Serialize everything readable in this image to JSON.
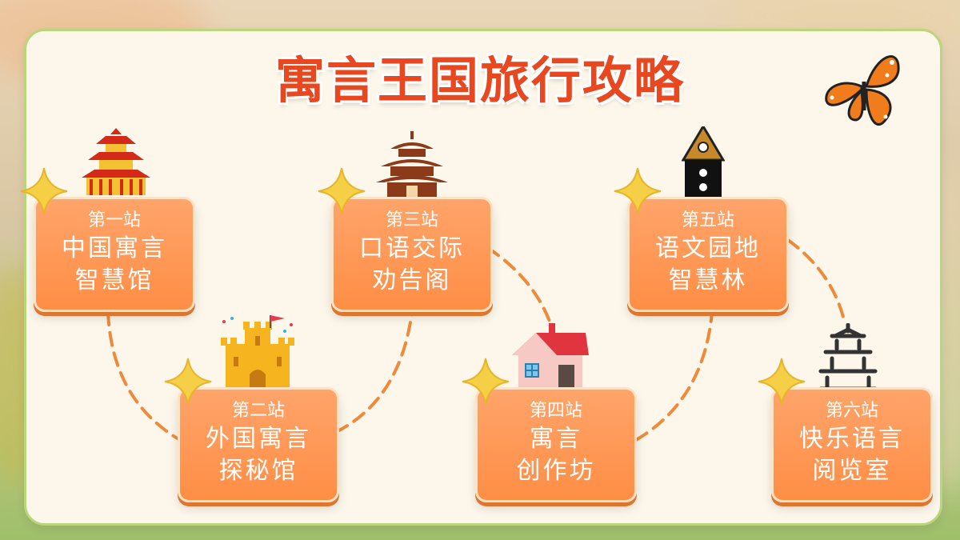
{
  "title": "寓言王国旅行攻略",
  "colors": {
    "title": "#e8471f",
    "card": "#ff9650",
    "path": "#f08a3a",
    "star": "#f5cf45"
  },
  "stations": [
    {
      "no": "第一站",
      "line1": "中国寓言",
      "line2": "智慧馆",
      "icon": "chinese-pagoda-icon"
    },
    {
      "no": "第二站",
      "line1": "外国寓言",
      "line2": "探秘馆",
      "icon": "castle-icon"
    },
    {
      "no": "第三站",
      "line1": "口语交际",
      "line2": "劝告阁",
      "icon": "pavilion-icon"
    },
    {
      "no": "第四站",
      "line1": "寓言",
      "line2": "创作坊",
      "icon": "house-icon"
    },
    {
      "no": "第五站",
      "line1": "语文园地",
      "line2": "智慧林",
      "icon": "tower-icon"
    },
    {
      "no": "第六站",
      "line1": "快乐语言",
      "line2": "阅览室",
      "icon": "temple-icon"
    }
  ],
  "decor": {
    "butterfly": "butterfly-icon",
    "star": "star-icon"
  }
}
